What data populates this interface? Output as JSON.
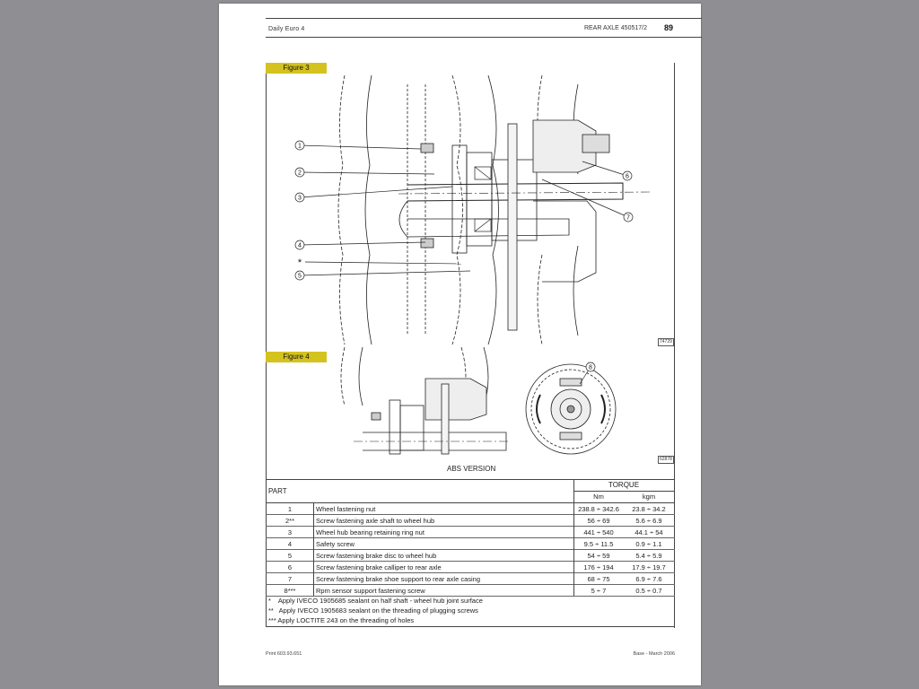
{
  "header": {
    "left": "Daily Euro 4",
    "right": "REAR AXLE 450517/2",
    "page_number": "89"
  },
  "figures": {
    "figure3": {
      "label": "Figure 3",
      "code": "74729",
      "callouts": [
        "1",
        "2",
        "3",
        "4",
        "*",
        "5",
        "6",
        "7"
      ]
    },
    "figure4": {
      "label": "Figure 4",
      "code": "62878",
      "callout": "8",
      "caption": "ABS VERSION"
    }
  },
  "table": {
    "part_header": "PART",
    "torque_header": "TORQUE",
    "unit_nm": "Nm",
    "unit_kgm": "kgm",
    "rows": [
      {
        "part": "1",
        "desc": "Wheel fastening nut",
        "nm": "238.8 ÷ 342.6",
        "kgm": "23.8 ÷ 34.2"
      },
      {
        "part": "2**",
        "desc": "Screw fastening axle shaft to wheel hub",
        "nm": "56 ÷ 69",
        "kgm": "5.6 ÷ 6.9"
      },
      {
        "part": "3",
        "desc": "Wheel hub bearing retaining ring nut",
        "nm": "441 ÷ 540",
        "kgm": "44.1 ÷ 54"
      },
      {
        "part": "4",
        "desc": "Safety screw",
        "nm": "9.5 ÷ 11.5",
        "kgm": "0.9 ÷ 1.1"
      },
      {
        "part": "5",
        "desc": "Screw fastening brake disc to wheel hub",
        "nm": "54 ÷ 59",
        "kgm": "5.4 ÷ 5.9"
      },
      {
        "part": "6",
        "desc": "Screw fastening brake calliper to rear axle",
        "nm": "176 ÷ 194",
        "kgm": "17.9 ÷ 19.7"
      },
      {
        "part": "7",
        "desc": "Screw fastening brake shoe support to rear axle casing",
        "nm": "68 ÷ 75",
        "kgm": "6.9 ÷ 7.6"
      },
      {
        "part": "8***",
        "desc": "Rpm sensor support fastening screw",
        "nm": "5 ÷ 7",
        "kgm": "0.5 ÷ 0.7"
      }
    ],
    "notes": [
      "*    Apply IVECO 1905685 sealant on half shaft - wheel hub joint surface",
      "**   Apply IVECO 1905683 sealant on the threading of plugging screws",
      "*** Apply LOCTITE 243 on the threading of holes"
    ]
  },
  "footer": {
    "left": "Print 603.93.651",
    "right": "Base - March 2006"
  }
}
